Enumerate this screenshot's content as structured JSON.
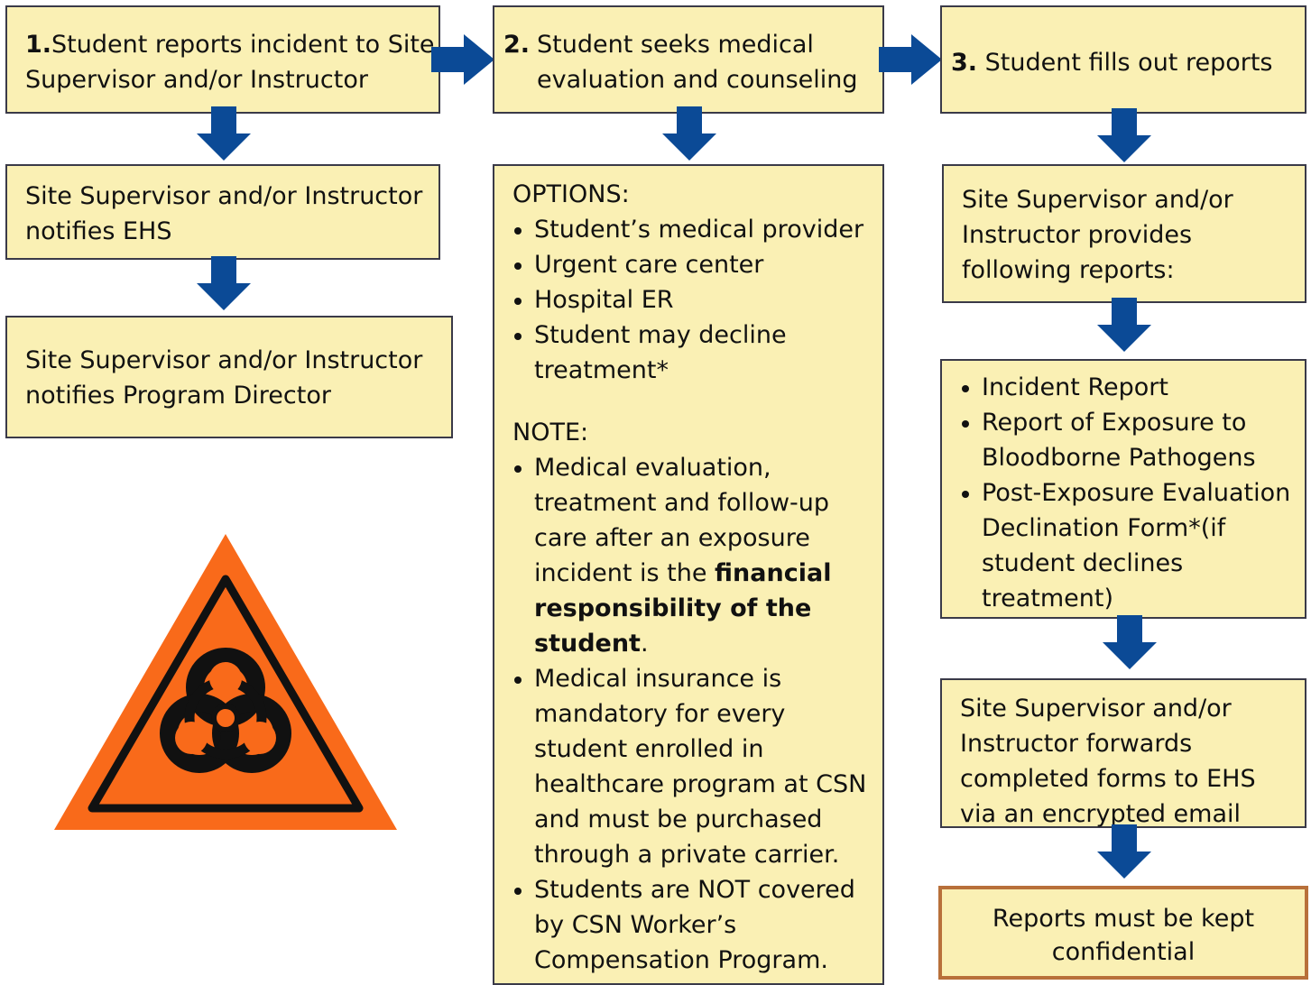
{
  "colors": {
    "box_fill": "#FAF0B4",
    "box_border": "#3a3a48",
    "arrow": "#0B4A96",
    "highlight_border": "#B8703A",
    "warning_fill": "#F96A1A"
  },
  "col1": {
    "step1_num": "1.",
    "step1_text": "Student reports incident to Site Supervisor and/or Instructor",
    "box2": "Site Supervisor and/or Instructor notifies EHS",
    "box3": "Site Supervisor and/or Instructor notifies Program Director"
  },
  "col2": {
    "step2_num": "2.",
    "step2_text": "Student seeks medical evaluation and counseling",
    "options_label": "OPTIONS:",
    "options": [
      "Student’s medical provider",
      "Urgent care center",
      "Hospital ER",
      "Student may decline treatment*"
    ],
    "note_label": "NOTE:",
    "note1_pre": "Medical evaluation, treatment and follow-up care after an exposure incident is the ",
    "note1_bold": "financial responsibility of the student",
    "note1_post": ".",
    "note2": "Medical insurance is mandatory for every student enrolled in healthcare program at CSN and must be purchased through a private carrier.",
    "note3": "Students are NOT covered by CSN Worker’s Compensation Program."
  },
  "col3": {
    "step3_num": "3.",
    "step3_text": "Student fills out reports",
    "box2": "Site Supervisor and/or Instructor provides following reports:",
    "reports": [
      "Incident Report",
      "Report of Exposure to Bloodborne Pathogens",
      "Post-Exposure Evaluation Declination Form*(if student declines treatment)"
    ],
    "box4": "Site Supervisor and/or Instructor forwards completed forms to EHS via an encrypted email",
    "box5": "Reports must be kept confidential"
  }
}
